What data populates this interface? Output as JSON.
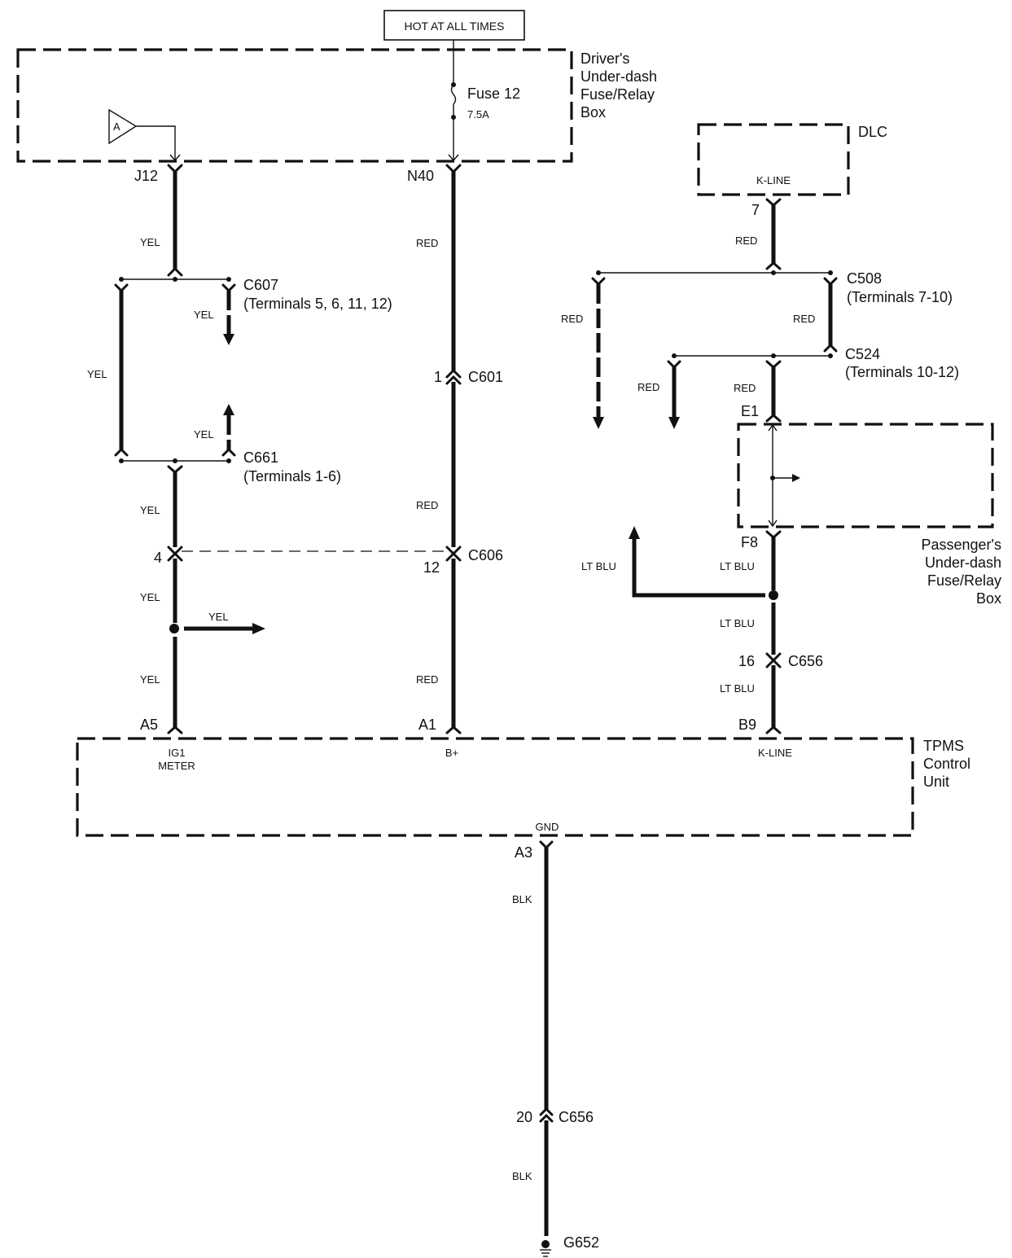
{
  "title": "TPMS Control Unit Circuit Diagram",
  "hot_label": "HOT AT ALL TIMES",
  "components": {
    "drivers_box": [
      "Driver's",
      "Under-dash",
      "Fuse/Relay",
      "Box"
    ],
    "passengers_box": [
      "Passenger's",
      "Under-dash",
      "Fuse/Relay",
      "Box"
    ],
    "dlc": "DLC",
    "dlc_pin": "K-LINE",
    "tpms": [
      "TPMS",
      "Control",
      "Unit"
    ],
    "tpms_pins": {
      "ig1": [
        "IG1",
        "METER"
      ],
      "bplus": "B+",
      "kline": "K-LINE",
      "gnd": "GND"
    },
    "fuse": {
      "name": "Fuse 12",
      "rating": "7.5A"
    },
    "ref_a": "A",
    "ground": "G652"
  },
  "terminals": {
    "j12": "J12",
    "n40": "N40",
    "dlc7": "7",
    "a5": "A5",
    "a1": "A1",
    "b9": "B9",
    "a3": "A3",
    "e1": "E1",
    "f8": "F8",
    "c601_pin": "1",
    "c606_pin_left": "4",
    "c606_pin_right": "12",
    "c656_pin_k": "16",
    "c656_pin_g": "20"
  },
  "connectors": {
    "c607": [
      "C607",
      "(Terminals 5, 6, 11, 12)"
    ],
    "c661": [
      "C661",
      "(Terminals 1-6)"
    ],
    "c601": "C601",
    "c606": "C606",
    "c508": [
      "C508",
      "(Terminals 7-10)"
    ],
    "c524": [
      "C524",
      "(Terminals 10-12)"
    ],
    "c656_k": "C656",
    "c656_g": "C656"
  },
  "wire_colors": {
    "yel": "YEL",
    "red": "RED",
    "ltblu": "LT BLU",
    "blk": "BLK"
  }
}
